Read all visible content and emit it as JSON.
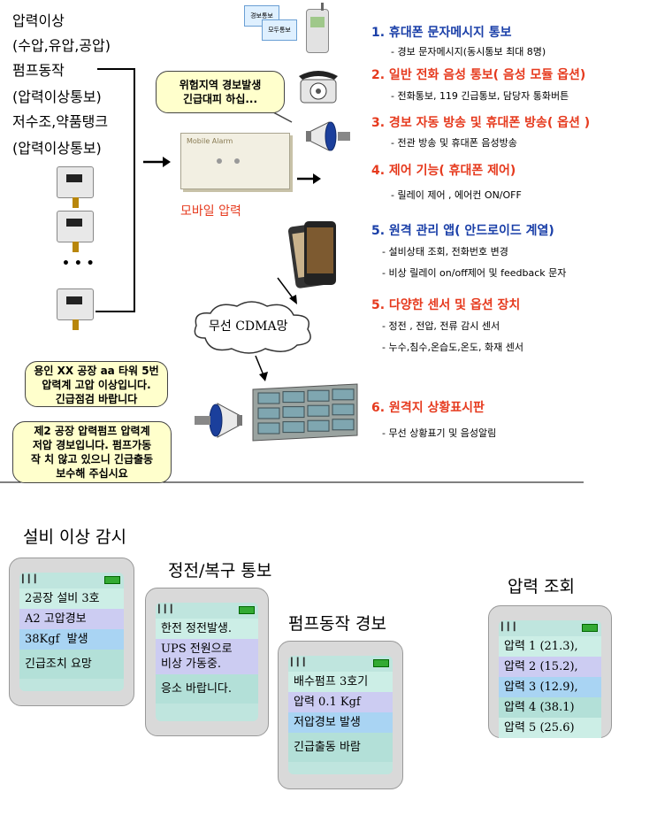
{
  "left": {
    "l1": "압력이상",
    "l2": "(수압,유압,공압)",
    "l3": "펌프동작",
    "l4": "(압력이상통보)",
    "l5": "저수조,약품탱크",
    "l6": "(압력이상통보)",
    "dots": "• • •"
  },
  "center": {
    "bubble_line1": "위험지역 경보발생",
    "bubble_line2": "긴급대피 하십...",
    "box_label": "Mobile Alarm",
    "device_label": "모바일 압력",
    "cdma": "무선 CDMA망",
    "sms_card_top": "경보통보",
    "sms_card_bottom": "모두통보"
  },
  "features": [
    {
      "title": "1. 휴대폰 문자메시지 통보",
      "color": "#1a3fa8",
      "subs": [
        "- 경보 문자메시지(동시통보 최대 8명)"
      ]
    },
    {
      "title": "2. 일반 전화 음성 통보( 음성 모듈 옵션)",
      "color": "#e63a1e",
      "subs": [
        "- 전화통보, 119 긴급통보, 담당자 통화버튼"
      ]
    },
    {
      "title": "3. 경보 자동 방송 및 휴대폰 방송( 옵션 )",
      "color": "#e63a1e",
      "subs": [
        "- 전관 방송 및 휴대폰 음성방송"
      ]
    },
    {
      "title": "4. 제어 기능( 휴대폰 제어)",
      "color": "#e63a1e",
      "subs": [
        "- 릴레이 제어 , 에어컨 ON/OFF"
      ]
    },
    {
      "title": "5. 원격 관리 앱( 안드로이드 계열)",
      "color": "#1a3fa8",
      "subs": [
        "- 설비상태 조회, 전화번호 변경",
        "- 비상 릴레이 on/off제어 및 feedback 문자"
      ]
    },
    {
      "title": "5. 다양한 센서 및 옵션 장치",
      "color": "#e63a1e",
      "subs": [
        "- 정전 , 전압, 전류 감시 센서",
        "- 누수,침수,온습도,온도, 화재 센서"
      ]
    },
    {
      "title": "6. 원격지 상황표시판",
      "color": "#e63a1e",
      "subs": [
        "- 무선 상황표기 및 음성알림"
      ]
    }
  ],
  "lower_bubbles": {
    "b1": [
      "용인 XX 공장 aa 타워 5번",
      "압력계 고압 이상입니다.",
      "긴급점검 바랍니다"
    ],
    "b2": [
      "제2 공장 압력펌프 압력계",
      "저압 경보입니다. 펌프가동",
      "작 치 않고 있으니 긴급출동",
      "보수해 주십시요"
    ]
  },
  "phones": [
    {
      "title": "설비 이상 감시",
      "rows": [
        "2공장 설비 3호",
        "A2 고압경보",
        "38Kgf  발생",
        "긴급조치 요망"
      ]
    },
    {
      "title": "정전/복구 통보",
      "rows": [
        "한전 정전발생.",
        "UPS 전원으로\n비상 가동중.",
        "응소 바랍니다."
      ]
    },
    {
      "title": "펌프동작 경보",
      "rows": [
        "배수펌프 3호기",
        "압력 0.1 Kgf",
        "저압경보 발생",
        "긴급출동 바람"
      ]
    },
    {
      "title": "압력 조회",
      "rows": [
        "압력 1 (21.3),",
        "압력 2 (15.2),",
        "압력 3 (12.9),",
        "압력 4 (38.1)",
        "압력 5 (25.6)"
      ]
    }
  ],
  "icons": [
    "signal-icon",
    "battery-icon",
    "telephone-icon",
    "megaphone-icon",
    "smartphone-icon",
    "sensor-icon",
    "arrow-icon",
    "display-board-icon"
  ]
}
